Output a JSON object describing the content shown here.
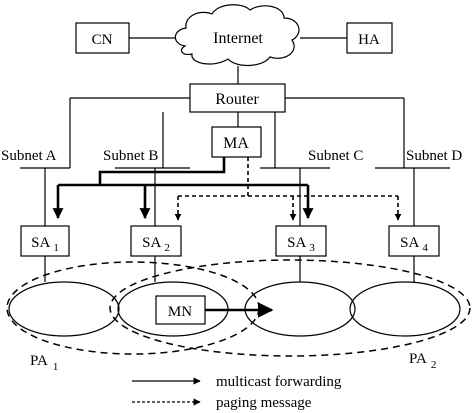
{
  "nodes": {
    "cn": "CN",
    "internet": "Internet",
    "ha": "HA",
    "router": "Router",
    "ma": "MA",
    "mn": "MN",
    "sa1": {
      "base": "SA",
      "sub": "1"
    },
    "sa2": {
      "base": "SA",
      "sub": "2"
    },
    "sa3": {
      "base": "SA",
      "sub": "3"
    },
    "sa4": {
      "base": "SA",
      "sub": "4"
    }
  },
  "subnets": {
    "a": "Subnet A",
    "b": "Subnet B",
    "c": "Subnet C",
    "d": "Subnet D"
  },
  "paging_areas": {
    "pa1": {
      "base": "PA",
      "sub": "1"
    },
    "pa2": {
      "base": "PA",
      "sub": "2"
    }
  },
  "legend": {
    "solid": "multicast  forwarding",
    "dashed": "paging message"
  }
}
